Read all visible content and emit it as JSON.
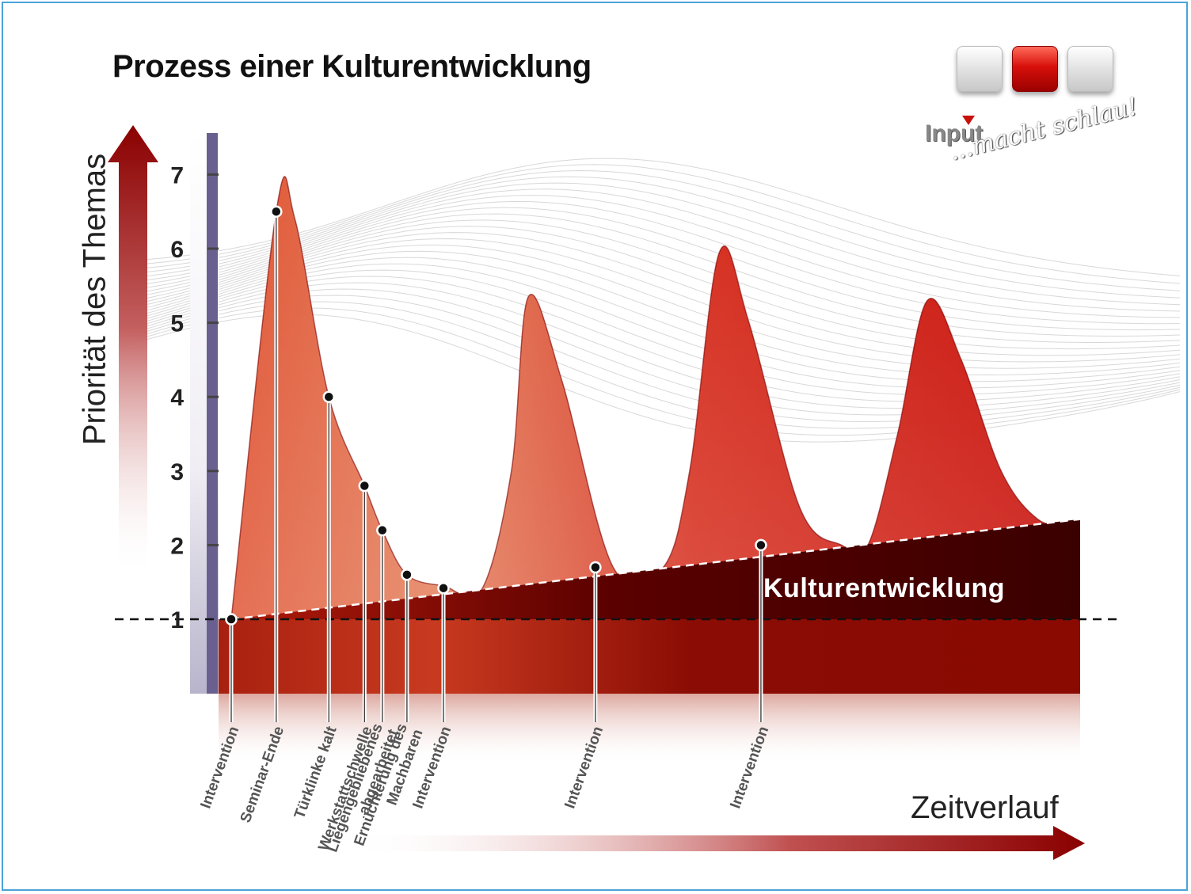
{
  "title": "Prozess einer Kulturentwicklung",
  "logo": {
    "brand": "Input",
    "slogan": "...macht schlau!"
  },
  "nav_buttons": [
    {
      "state": "inactive",
      "color": "#d9d9d9"
    },
    {
      "state": "active",
      "color": "#d0100a"
    },
    {
      "state": "inactive",
      "color": "#d9d9d9"
    }
  ],
  "colors": {
    "curve_dark": "#c8100a",
    "curve_light": "#e8846a",
    "band": "#8a0c04",
    "band_dark": "#3a0000",
    "accent_axis": "#6a6090"
  },
  "chart_data": {
    "type": "area",
    "title": "Prozess einer Kulturentwicklung",
    "xlabel": "Zeitverlauf",
    "ylabel": "Priorität des Themas",
    "ylim": [
      0,
      7.5
    ],
    "yticks": [
      1,
      2,
      3,
      4,
      5,
      6,
      7
    ],
    "xlim": [
      0,
      100
    ],
    "grid": false,
    "series": [
      {
        "name": "Priorität des Themas",
        "x": [
          0,
          5.3,
          7.5,
          11.5,
          15.7,
          17.8,
          20.7,
          25,
          29.5,
          33,
          35,
          39,
          45,
          50.9,
          54,
          57.5,
          61,
          67,
          71.9,
          75,
          78.5,
          82,
          86,
          90.7,
          95,
          99
        ],
        "y": [
          1.0,
          6.5,
          6.4,
          4.0,
          2.8,
          2.2,
          1.6,
          1.45,
          1.4,
          3.0,
          5.35,
          4.2,
          1.7,
          1.7,
          3.0,
          5.95,
          5.0,
          2.5,
          2.0,
          2.0,
          3.5,
          5.3,
          4.5,
          3.0,
          2.35,
          2.25
        ]
      },
      {
        "name": "Kulturentwicklung",
        "x": [
          0,
          100
        ],
        "y": [
          1.0,
          2.35
        ]
      }
    ],
    "baseline": {
      "y": 1,
      "style": "dashed"
    },
    "events": [
      {
        "label": "Intervention",
        "x": 0,
        "y": 1.0
      },
      {
        "label": "Seminar-Ende",
        "x": 5.3,
        "y": 6.5
      },
      {
        "label": "Türklinke kalt",
        "x": 11.5,
        "y": 4.0
      },
      {
        "label": "Werkstattschwelle",
        "x": 15.7,
        "y": 2.8
      },
      {
        "label": "Liegengebliebenes abgearbeitet",
        "x": 17.8,
        "y": 2.2
      },
      {
        "label": "Ernüchterung des Machbaren",
        "x": 20.7,
        "y": 1.6
      },
      {
        "label": "Intervention",
        "x": 25,
        "y": 1.42
      },
      {
        "label": "Intervention",
        "x": 42.9,
        "y": 1.7
      },
      {
        "label": "Intervention",
        "x": 62.4,
        "y": 2.0
      }
    ]
  }
}
